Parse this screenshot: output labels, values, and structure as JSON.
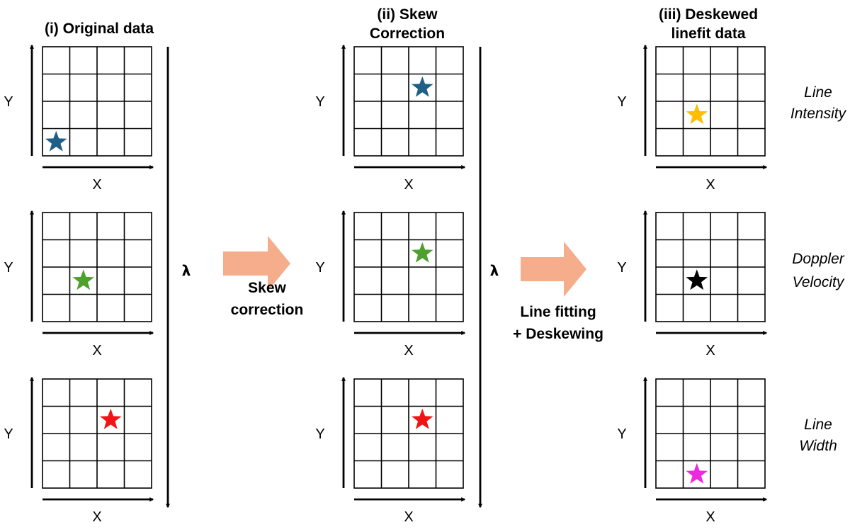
{
  "columns": [
    {
      "title_lines": [
        "(i) Original data"
      ],
      "grids": [
        {
          "x_label": "X",
          "y_label": "Y",
          "star": {
            "col": 0,
            "row": 3,
            "color": "#1f5f85"
          }
        },
        {
          "x_label": "X",
          "y_label": "Y",
          "star": {
            "col": 1,
            "row": 2,
            "color": "#4ea12f"
          }
        },
        {
          "x_label": "X",
          "y_label": "Y",
          "star": {
            "col": 2,
            "row": 1,
            "color": "#f21414"
          }
        }
      ],
      "axis_label": "λ"
    },
    {
      "title_lines": [
        "(ii) Skew",
        "Correction"
      ],
      "grids": [
        {
          "x_label": "X",
          "y_label": "Y",
          "star": {
            "col": 2,
            "row": 1,
            "color": "#1f5f85"
          }
        },
        {
          "x_label": "X",
          "y_label": "Y",
          "star": {
            "col": 2,
            "row": 1,
            "color": "#4ea12f"
          }
        },
        {
          "x_label": "X",
          "y_label": "Y",
          "star": {
            "col": 2,
            "row": 1,
            "color": "#f21414"
          }
        }
      ],
      "axis_label": "λ"
    },
    {
      "title_lines": [
        "(iii) Deskewed",
        "linefit data"
      ],
      "grids": [
        {
          "x_label": "X",
          "y_label": "Y",
          "star": {
            "col": 1,
            "row": 2,
            "color": "#ffbf00"
          }
        },
        {
          "x_label": "X",
          "y_label": "Y",
          "star": {
            "col": 1,
            "row": 2,
            "color": "#000000"
          }
        },
        {
          "x_label": "X",
          "y_label": "Y",
          "star": {
            "col": 1,
            "row": 3,
            "color": "#ee28e0"
          }
        }
      ]
    }
  ],
  "process_arrows": [
    {
      "label_lines": [
        "Skew",
        "correction"
      ],
      "color": "#f5ad8c"
    },
    {
      "label_lines": [
        "Line fitting",
        "+ Deskewing"
      ],
      "color": "#f5ad8c"
    }
  ],
  "parameter_labels": [
    {
      "lines": [
        "Line",
        "Intensity"
      ]
    },
    {
      "lines": [
        "Doppler",
        "Velocity"
      ]
    },
    {
      "lines": [
        "Line",
        "Width"
      ]
    }
  ],
  "colors": {
    "grid_line": "#000000",
    "background": "#ffffff"
  }
}
